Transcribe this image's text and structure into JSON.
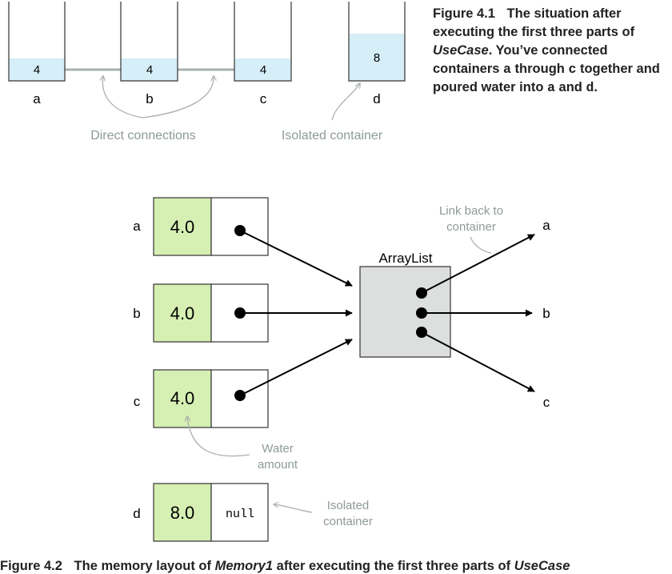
{
  "figure1": {
    "containers": [
      {
        "label": "a",
        "amount": "4"
      },
      {
        "label": "b",
        "amount": "4"
      },
      {
        "label": "c",
        "amount": "4"
      },
      {
        "label": "d",
        "amount": "8"
      }
    ],
    "annotations": {
      "direct_connections": "Direct connections",
      "isolated_container": "Isolated container"
    },
    "caption": {
      "number": "Figure 4.1",
      "text_1": "The situation after executing the first three parts of",
      "class_name": "UseCase",
      "text_2": ". You’ve connected containers",
      "code_a": "a",
      "text_3": "through",
      "code_c": "c",
      "text_4": "together and poured water into",
      "code_a2": "a",
      "text_5": "and",
      "code_d": "d",
      "text_6": "."
    }
  },
  "figure2": {
    "objects": [
      {
        "label": "a",
        "amount": "4.0"
      },
      {
        "label": "b",
        "amount": "4.0"
      },
      {
        "label": "c",
        "amount": "4.0"
      },
      {
        "label": "d",
        "amount": "8.0",
        "ref": "null"
      }
    ],
    "arraylist_label": "ArrayList",
    "list_targets": [
      "a",
      "b",
      "c"
    ],
    "annotations": {
      "link_back_1": "Link back to",
      "link_back_2": "container",
      "water_1": "Water",
      "water_2": "amount",
      "isolated_1": "Isolated",
      "isolated_2": "container"
    },
    "caption": {
      "number": "Figure 4.2",
      "text_1": "The memory layout of",
      "class_name": "Memory1",
      "text_2": "after executing the first three parts of",
      "class_name_2": "UseCase"
    }
  },
  "colors": {
    "water": "#d5eef8",
    "amount_cell": "#d6efb3",
    "arraylist_fill": "#dcdfde",
    "annotation_text": "#8e9a98",
    "pipe": "#a9b0ae"
  }
}
